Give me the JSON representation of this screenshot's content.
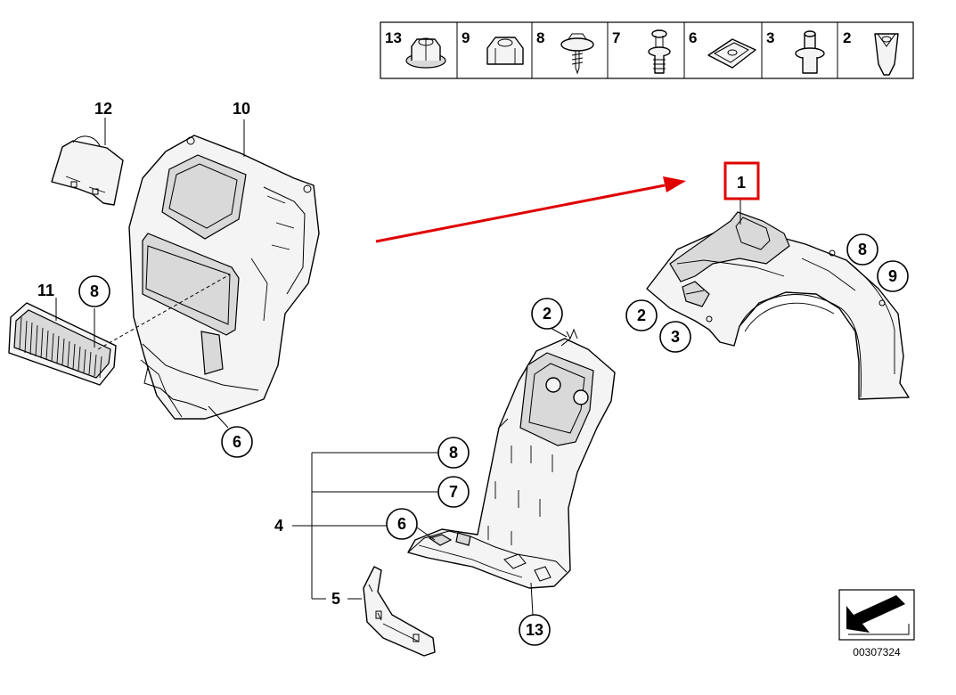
{
  "fastener_legend": [
    {
      "number": "13",
      "icon": "flange-nut-icon"
    },
    {
      "number": "9",
      "icon": "hex-nut-icon"
    },
    {
      "number": "8",
      "icon": "self-tapping-screw-icon"
    },
    {
      "number": "7",
      "icon": "expanding-rivet-icon"
    },
    {
      "number": "6",
      "icon": "spring-clip-nut-icon"
    },
    {
      "number": "3",
      "icon": "plastic-rivet-icon"
    },
    {
      "number": "2",
      "icon": "plastic-nut-icon"
    }
  ],
  "callouts": {
    "c12": "12",
    "c10": "10",
    "c11": "11",
    "c8_left": "8",
    "c6_left": "6",
    "c1": "1",
    "c8_right": "8",
    "c9_right": "9",
    "c2_right": "2",
    "c3_right": "3",
    "c2_center": "2",
    "c8_center": "8",
    "c7_center": "7",
    "c6_center": "6",
    "c4": "4",
    "c5": "5",
    "c13_center": "13"
  },
  "highlight": {
    "target": "1",
    "color": "#e00000"
  },
  "arrow_color": "#e00000",
  "orientation_icon": "direction-arrow-icon",
  "document_number": "00307324"
}
